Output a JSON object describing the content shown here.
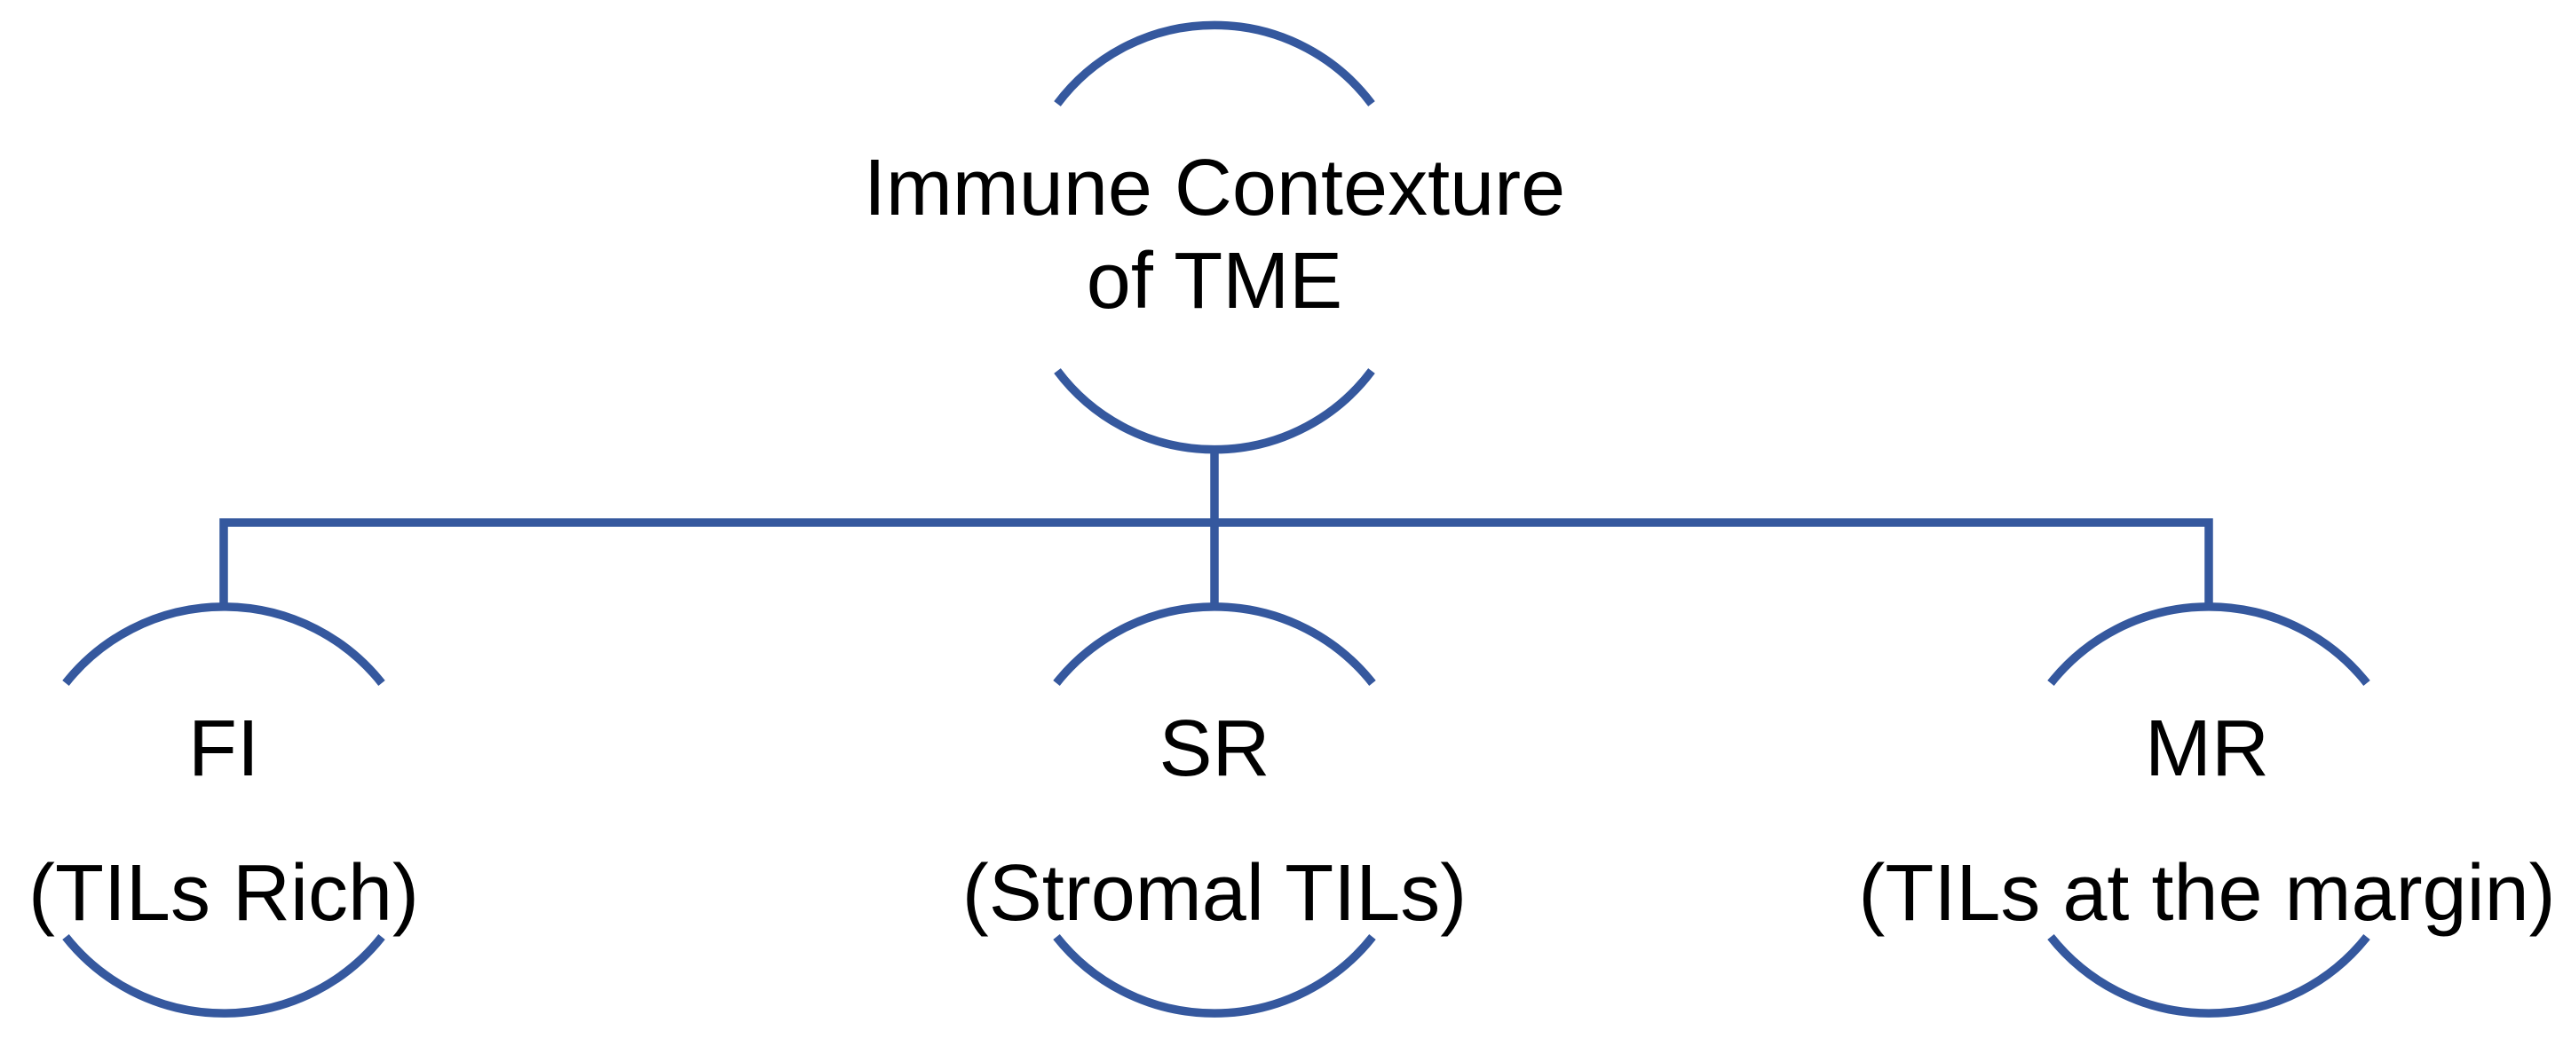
{
  "diagram": {
    "title": "Immune contexture hierarchy diagram",
    "colors": {
      "line": "#35589E",
      "text": "#000000",
      "background": "#FFFFFF"
    },
    "root": {
      "line1": "Immune Contexture",
      "line2": "of TME"
    },
    "children": [
      {
        "abbr": "FI",
        "desc": "(TILs Rich)"
      },
      {
        "abbr": "SR",
        "desc": "(Stromal TILs)"
      },
      {
        "abbr": "MR",
        "desc": "(TILs at the margin)"
      }
    ]
  }
}
